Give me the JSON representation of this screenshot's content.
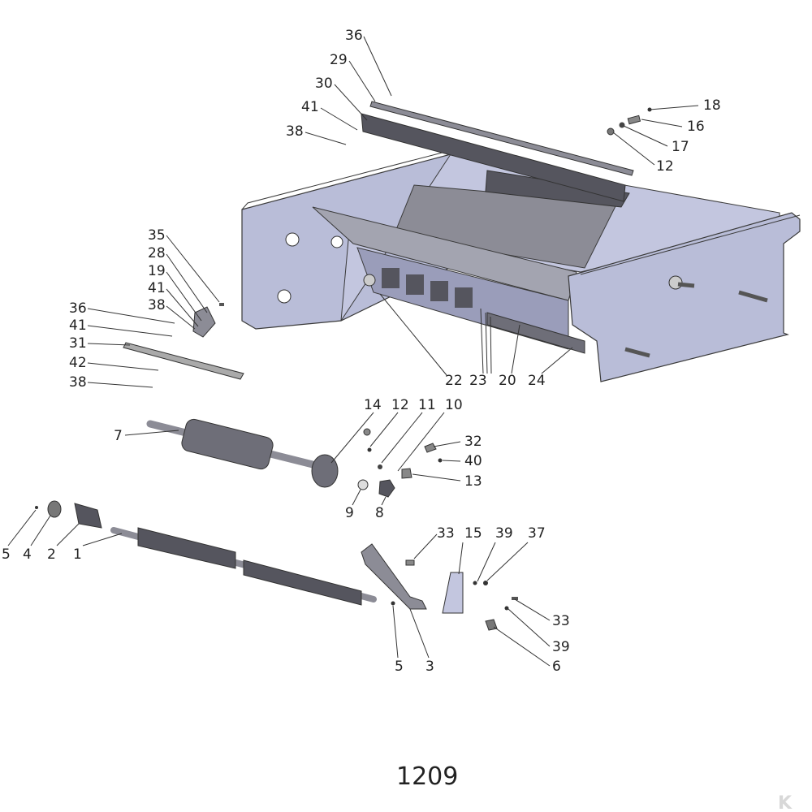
{
  "diagram": {
    "figure_number": "1209",
    "watermark": "K",
    "colors": {
      "frame": "#b9bdd8",
      "frame_edge": "#3a3a3a",
      "plate": "#8c8c96",
      "dark": "#55555e",
      "label": "#222222"
    },
    "callouts": [
      {
        "id": "36"
      },
      {
        "id": "29"
      },
      {
        "id": "30"
      },
      {
        "id": "41"
      },
      {
        "id": "38"
      },
      {
        "id": "18"
      },
      {
        "id": "16"
      },
      {
        "id": "17"
      },
      {
        "id": "12"
      },
      {
        "id": "35"
      },
      {
        "id": "28"
      },
      {
        "id": "19"
      },
      {
        "id": "41"
      },
      {
        "id": "38"
      },
      {
        "id": "36"
      },
      {
        "id": "41"
      },
      {
        "id": "31"
      },
      {
        "id": "42"
      },
      {
        "id": "38"
      },
      {
        "id": "22"
      },
      {
        "id": "23"
      },
      {
        "id": "20"
      },
      {
        "id": "24"
      },
      {
        "id": "14"
      },
      {
        "id": "12"
      },
      {
        "id": "11"
      },
      {
        "id": "10"
      },
      {
        "id": "7"
      },
      {
        "id": "32"
      },
      {
        "id": "40"
      },
      {
        "id": "13"
      },
      {
        "id": "9"
      },
      {
        "id": "8"
      },
      {
        "id": "5"
      },
      {
        "id": "4"
      },
      {
        "id": "2"
      },
      {
        "id": "1"
      },
      {
        "id": "33"
      },
      {
        "id": "15"
      },
      {
        "id": "39"
      },
      {
        "id": "37"
      },
      {
        "id": "33"
      },
      {
        "id": "39"
      },
      {
        "id": "6"
      },
      {
        "id": "5"
      },
      {
        "id": "3"
      }
    ]
  }
}
